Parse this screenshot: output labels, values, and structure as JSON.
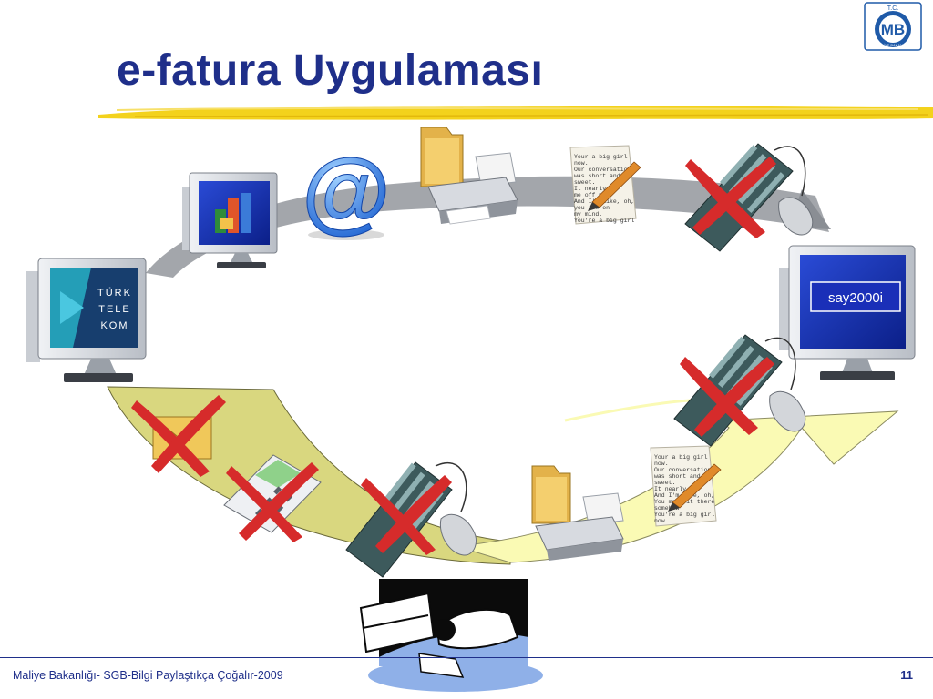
{
  "slide": {
    "title": "e-fatura Uygulaması",
    "page_number": "11"
  },
  "logo": {
    "top_text": "T.C.",
    "initials": "MB",
    "ring_text": "MALİYE BAKANLIĞI"
  },
  "footer": {
    "text": "Maliye Bakanlığı- SGB-Bilgi Paylaştıkça Çoğalır-2009"
  },
  "telekom_screen": {
    "lines": [
      "TÜRK",
      "TELE",
      "KOM"
    ]
  },
  "say_screen": {
    "label": "say2000i"
  },
  "at_symbol": "@",
  "document_text": {
    "lines": [
      "Your a big girl",
      "now.",
      "Our conversation",
      "was short and",
      "sweet.",
      "It nearly",
      "me off my",
      "And I'm like, oh,",
      "you are on",
      "my mind.",
      "You made it there",
      "somehow",
      "You're a big girl",
      "now."
    ]
  },
  "colors": {
    "title_blue": "#1f2f8a",
    "arrow_gray": "#9ea1a6",
    "arrow_yellow": "#fafab4",
    "arrow_olive": "#d9d77f",
    "cross_red": "#d62b2b"
  }
}
